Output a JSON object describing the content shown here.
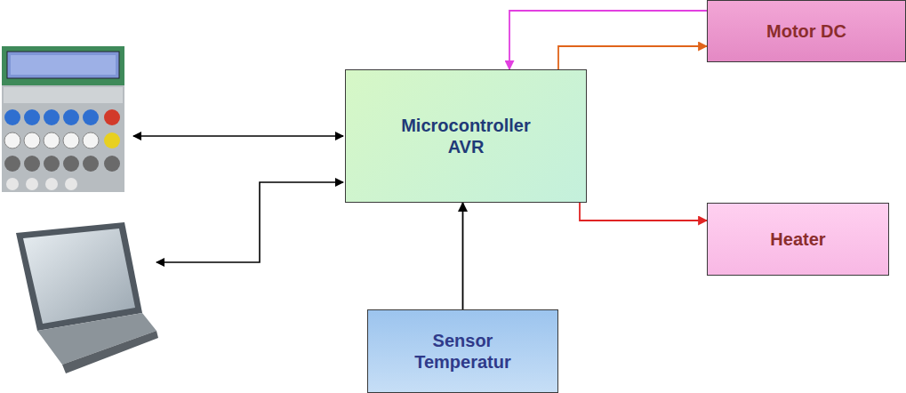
{
  "diagram": {
    "nodes": [
      {
        "text": [
          "Motor DC"
        ]
      },
      {
        "text": [
          "Microcontroller AVR"
        ]
      },
      {
        "text": [
          "Heater"
        ]
      },
      {
        "text": [
          "Sensor Temperatur"
        ]
      }
    ],
    "edges": [
      {
        "from": 0,
        "to": 1,
        "arrow": "to"
      },
      {
        "from": 1,
        "to": 0,
        "arrow": "to"
      },
      {
        "from": 1,
        "to": 2,
        "arrow": "to"
      },
      {
        "from": 3,
        "to": 1,
        "arrow": "to"
      }
    ]
  }
}
